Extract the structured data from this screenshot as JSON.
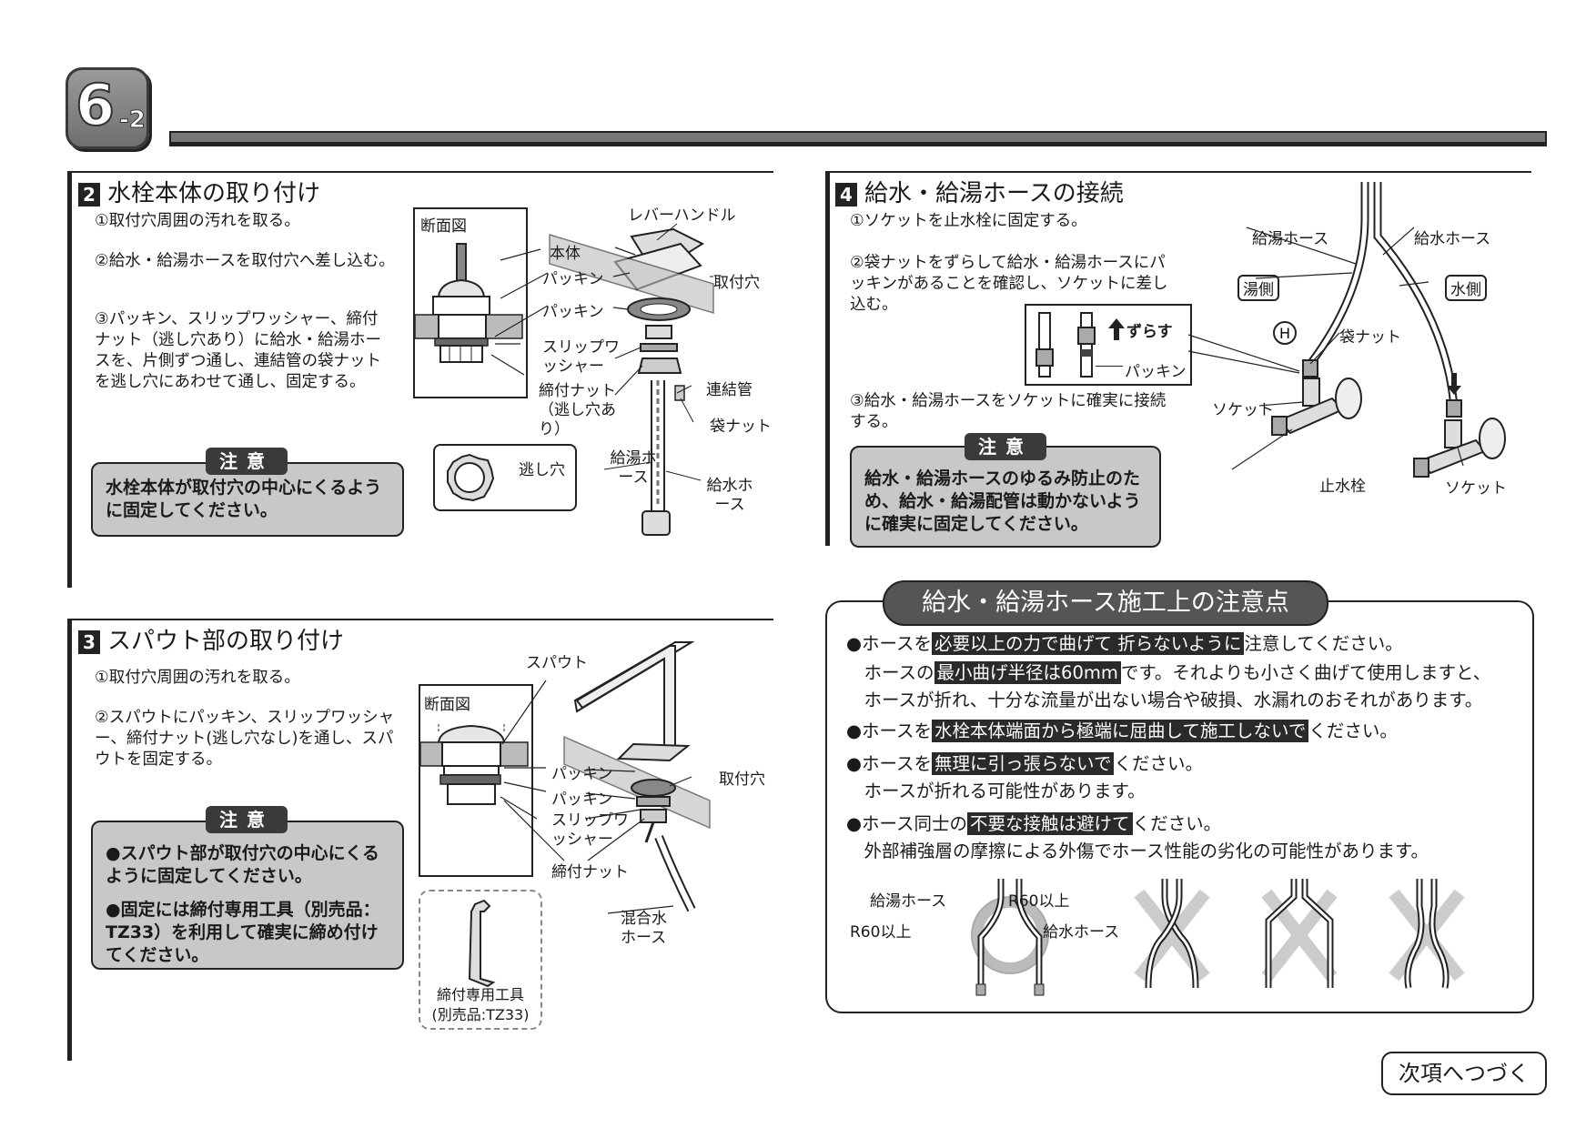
{
  "badge": {
    "number": "6",
    "sub": "-2"
  },
  "sec2": {
    "num": "2",
    "title": "水栓本体の取り付け",
    "steps": [
      "①取付穴周囲の汚れを取る。",
      "②給水・給湯ホースを取付穴へ差し込む。",
      "③パッキン、スリップワッシャー、締付ナット（逃し穴あり）に給水・給湯ホースを、片側ずつ通し、連結管の袋ナットを逃し穴にあわせて通し、固定する。"
    ],
    "caution_head": "注意",
    "caution": "水栓本体が取付穴の中心にくるように固定してください。",
    "labels": {
      "section": "断面図",
      "lever": "レバーハンドル",
      "body": "本体",
      "packing1": "パッキン",
      "hole": "取付穴",
      "packing2": "パッキン",
      "slip": "スリップワッシャー",
      "nut": "締付ナット（逃し穴あり）",
      "pipe": "連結管",
      "bagnut": "袋ナット",
      "escape": "逃し穴",
      "hot_hose": "給湯ホース",
      "cold_hose": "給水ホース"
    }
  },
  "sec3": {
    "num": "3",
    "title": "スパウト部の取り付け",
    "steps": [
      "①取付穴周囲の汚れを取る。",
      "②スパウトにパッキン、スリップワッシャー、締付ナット(逃し穴なし)を通し、スパウトを固定する。"
    ],
    "caution_head": "注意",
    "caution": [
      "●スパウト部が取付穴の中心にくるように固定してください。",
      "●固定には締付専用工具（別売品：TZ33）を利用して確実に締め付けてください。"
    ],
    "labels": {
      "spout": "スパウト",
      "section": "断面図",
      "packing1": "パッキン",
      "hole": "取付穴",
      "packing2": "パッキン",
      "slip": "スリップワッシャー",
      "nut": "締付ナット",
      "mix_hose": "混合水ホース",
      "tool": "締付専用工具",
      "tool_sub": "(別売品:TZ33)"
    }
  },
  "sec4": {
    "num": "4",
    "title": "給水・給湯ホースの接続",
    "steps": [
      "①ソケットを止水栓に固定する。",
      "②袋ナットをずらして給水・給湯ホースにパッキンがあることを確認し、ソケットに差し込む。",
      "③給水・給湯ホースをソケットに確実に接続する。"
    ],
    "caution_head": "注意",
    "caution": "給水・給湯ホースのゆるみ防止のため、給水・給湯配管は動かないように確実に固定してください。",
    "labels": {
      "hot_hose": "給湯ホース",
      "cold_hose": "給水ホース",
      "hot_side": "湯側",
      "cold_side": "水側",
      "h_mark": "H",
      "bag_nut": "袋ナット",
      "shift": "ずらす",
      "packing": "パッキン",
      "socket1": "ソケット",
      "stop_valve": "止水栓",
      "socket2": "ソケット"
    }
  },
  "notes": {
    "title": "給水・給湯ホース施工上の注意点",
    "lines": [
      {
        "pre": "●ホースを",
        "hl": "必要以上の力で曲げて 折らないように",
        "post": "注意してください。"
      },
      {
        "pre": "　ホースの",
        "hl": "最小曲げ半径は60mm",
        "post": "です。それよりも小さく曲げて使用しますと、"
      },
      {
        "pre": "　ホースが折れ、十分な流量が出ない場合や破損、水漏れのおそれがあります。",
        "hl": "",
        "post": ""
      },
      {
        "pre": "●ホースを",
        "hl": "水栓本体端面から極端に屈曲して施工しないで",
        "post": "ください。"
      },
      {
        "pre": "●ホースを",
        "hl": "無理に引っ張らないで",
        "post": "ください。"
      },
      {
        "pre": "　ホースが折れる可能性があります。",
        "hl": "",
        "post": ""
      },
      {
        "pre": "●ホース同士の",
        "hl": "不要な接触は避けて",
        "post": "ください。"
      },
      {
        "pre": "　外部補強層の摩擦による外傷でホース性能の劣化の可能性があります。",
        "hl": "",
        "post": ""
      }
    ],
    "diagram": {
      "hot_hose": "給湯ホース",
      "r60_right": "R60以上",
      "r60_left": "R60以上",
      "cold_hose": "給水ホース"
    }
  },
  "footer": {
    "next": "次項へつづく"
  }
}
